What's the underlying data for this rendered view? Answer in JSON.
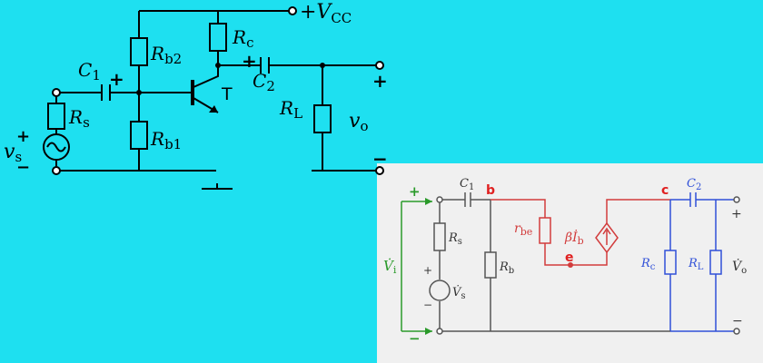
{
  "colors": {
    "background": "#1ee0f0",
    "inset_background": "#f0f0f0",
    "wire": "#000000",
    "input_green": "#2a9a2a",
    "base_red": "#d23c3c",
    "output_blue": "#3050d8"
  },
  "top_circuit": {
    "vcc": "+V",
    "vcc_sub": "CC",
    "rb2": "R",
    "rb2_sub": "b2",
    "rc": "R",
    "rc_sub": "c",
    "c1": "C",
    "c1_sub": "1",
    "c1_plus": "+",
    "c2": "C",
    "c2_sub": "2",
    "c2_plus": "+",
    "transistor": "T",
    "rs": "R",
    "rs_sub": "s",
    "vs": "v",
    "vs_sub": "s",
    "vs_plus": "+",
    "vs_minus": "−",
    "rb1": "R",
    "rb1_sub": "b1",
    "rl": "R",
    "rl_sub": "L",
    "vo": "v",
    "vo_sub": "o",
    "out_plus": "+",
    "out_minus": "−"
  },
  "small_signal": {
    "node_b": "b",
    "node_c": "c",
    "node_e": "e",
    "c1": "C",
    "c1_sub": "1",
    "c2": "C",
    "c2_sub": "2",
    "rbe": "r",
    "rbe_sub": "be",
    "beta_ib": "βİ",
    "beta_ib_sub": "b",
    "rs": "R",
    "rs_sub": "s",
    "vs": "V̇",
    "vs_sub": "s",
    "rb": "R",
    "rb_sub": "b",
    "rc": "R",
    "rc_sub": "c",
    "rl": "R",
    "rl_sub": "L",
    "vi": "V̇",
    "vi_sub": "i",
    "vo": "V̇",
    "vo_sub": "o",
    "in_plus": "+",
    "in_minus": "−",
    "vs_plus": "+",
    "vs_minus": "−",
    "out_plus": "+",
    "out_minus": "−"
  }
}
